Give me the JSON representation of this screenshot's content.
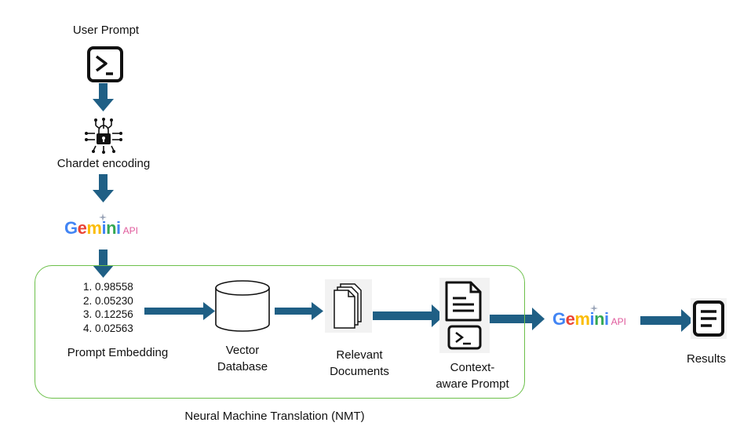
{
  "title_top": "User Prompt",
  "nodes": {
    "user_prompt": "User Prompt",
    "chardet": "Chardet encoding",
    "gemini_api_1": {
      "name": "Gemini",
      "suffix": "API"
    },
    "embedding_values": [
      "1. 0.98558",
      "2. 0.05230",
      "3. 0.12256",
      "4. 0.02563"
    ],
    "prompt_embedding": "Prompt Embedding",
    "vector_db_line1": "Vector",
    "vector_db_line2": "Database",
    "relevant_docs_line1": "Relevant",
    "relevant_docs_line2": "Documents",
    "context_prompt_line1": "Context-",
    "context_prompt_line2": "aware Prompt",
    "gemini_api_2": {
      "name": "Gemini",
      "suffix": "API"
    },
    "results": "Results"
  },
  "group_label": "Neural Machine Translation (NMT)",
  "colors": {
    "arrow": "#1f5f85",
    "group_border": "#6cc04a",
    "icon": "#111111"
  }
}
